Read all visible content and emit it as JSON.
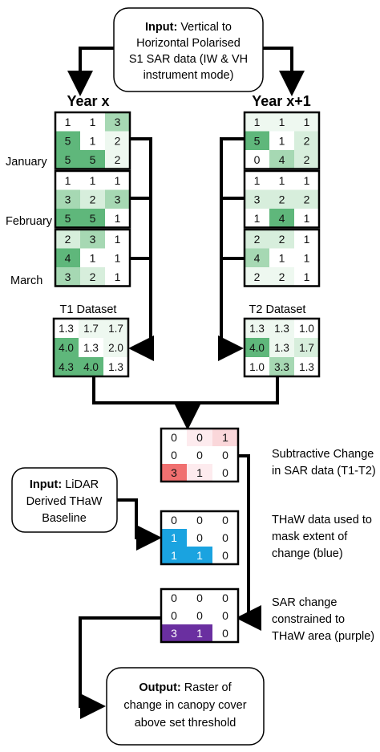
{
  "input_sar": {
    "bold": "Input:",
    "lines": [
      "Vertical to",
      "Horizontal Polarised",
      "S1 SAR data (IW & VH",
      "instrument mode)"
    ]
  },
  "year_x_label": "Year x",
  "year_x1_label": "Year x+1",
  "month_labels": [
    "January",
    "February",
    "March"
  ],
  "colors": {
    "green_dark": "#5fb77b",
    "green_mid": "#a6d8b3",
    "green_light": "#d7eedc",
    "green_pale": "#eef8f0",
    "red_strong": "#f07070",
    "red_light": "#fad7da",
    "red_pale": "#fdebee",
    "blue": "#1aa3e0",
    "purple": "#6a2fa0"
  },
  "year_x_grids": [
    {
      "values": [
        "1",
        "1",
        "3",
        "5",
        "1",
        "2",
        "5",
        "5",
        "2"
      ],
      "shades": [
        "white",
        "white",
        "green_mid",
        "green_dark",
        "white",
        "green_pale",
        "green_dark",
        "green_dark",
        "green_pale"
      ]
    },
    {
      "values": [
        "1",
        "1",
        "1",
        "3",
        "2",
        "3",
        "5",
        "5",
        "1"
      ],
      "shades": [
        "white",
        "white",
        "white",
        "green_mid",
        "green_light",
        "green_mid",
        "green_dark",
        "green_dark",
        "white"
      ]
    },
    {
      "values": [
        "2",
        "3",
        "1",
        "4",
        "1",
        "1",
        "3",
        "2",
        "1"
      ],
      "shades": [
        "green_light",
        "green_mid",
        "white",
        "green_dark",
        "white",
        "white",
        "green_mid",
        "green_light",
        "white"
      ]
    }
  ],
  "year_x1_grids": [
    {
      "values": [
        "1",
        "1",
        "1",
        "5",
        "1",
        "2",
        "0",
        "4",
        "2"
      ],
      "shades": [
        "green_pale",
        "green_pale",
        "green_pale",
        "green_dark",
        "white",
        "green_light",
        "white",
        "green_mid",
        "green_light"
      ]
    },
    {
      "values": [
        "1",
        "1",
        "1",
        "3",
        "2",
        "2",
        "1",
        "4",
        "1"
      ],
      "shades": [
        "white",
        "white",
        "white",
        "green_light",
        "green_light",
        "green_light",
        "white",
        "green_dark",
        "white"
      ]
    },
    {
      "values": [
        "2",
        "2",
        "1",
        "4",
        "1",
        "1",
        "2",
        "2",
        "1"
      ],
      "shades": [
        "green_light",
        "green_light",
        "white",
        "green_mid",
        "white",
        "white",
        "green_pale",
        "green_pale",
        "white"
      ]
    }
  ],
  "t1": {
    "label": "T1 Dataset",
    "values": [
      "1.3",
      "1.7",
      "1.7",
      "4.0",
      "1.3",
      "2.0",
      "4.3",
      "4.0",
      "1.3"
    ],
    "shades": [
      "white",
      "green_pale",
      "green_pale",
      "green_dark",
      "white",
      "green_pale",
      "green_dark",
      "green_dark",
      "white"
    ]
  },
  "t2": {
    "label": "T2 Dataset",
    "values": [
      "1.3",
      "1.3",
      "1.0",
      "4.0",
      "1.3",
      "1.7",
      "1.0",
      "3.3",
      "1.3"
    ],
    "shades": [
      "green_pale",
      "green_pale",
      "white",
      "green_dark",
      "green_pale",
      "green_light",
      "white",
      "green_mid",
      "white"
    ]
  },
  "change_grid": {
    "values": [
      "0",
      "0",
      "1",
      "0",
      "0",
      "0",
      "3",
      "1",
      "0"
    ],
    "shades": [
      "white",
      "red_pale",
      "red_light",
      "white",
      "white",
      "white",
      "red_strong",
      "red_pale",
      "white"
    ],
    "caption": [
      "Subtractive Change",
      "in SAR data (T1-T2)"
    ]
  },
  "thaw_grid": {
    "values": [
      "0",
      "0",
      "0",
      "1",
      "0",
      "0",
      "1",
      "1",
      "0"
    ],
    "shades": [
      "white",
      "white",
      "white",
      "blue",
      "white",
      "white",
      "blue",
      "blue",
      "white"
    ],
    "caption": [
      "THaW data used to",
      "mask extent of",
      "change (blue)"
    ]
  },
  "final_grid": {
    "values": [
      "0",
      "0",
      "0",
      "0",
      "0",
      "0",
      "3",
      "1",
      "0"
    ],
    "shades": [
      "white",
      "white",
      "white",
      "white",
      "white",
      "white",
      "purple",
      "purple",
      "white"
    ],
    "caption": [
      "SAR change",
      "constrained to",
      "THaW area (purple)"
    ]
  },
  "input_lidar": {
    "bold": "Input:",
    "lines": [
      "LiDAR",
      "Derived THaW",
      "Baseline"
    ]
  },
  "output": {
    "bold": "Output:",
    "lines": [
      "Raster of",
      "change in canopy cover",
      "above set threshold"
    ]
  }
}
